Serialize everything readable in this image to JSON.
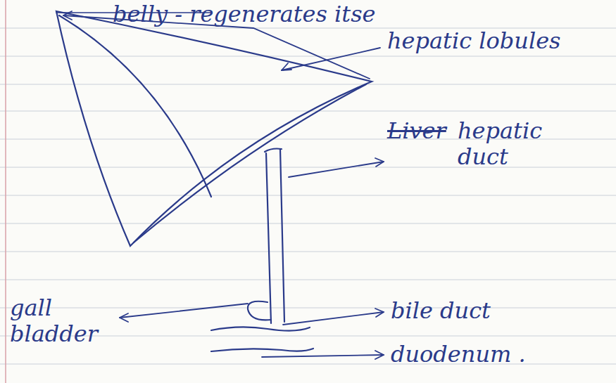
{
  "diagram": {
    "labels": [
      "belly - regenerates itse",
      "hepatic lobules",
      "Liver",
      "hepatic duct",
      "gall bladder",
      "bile duct",
      "duodenum ."
    ]
  }
}
